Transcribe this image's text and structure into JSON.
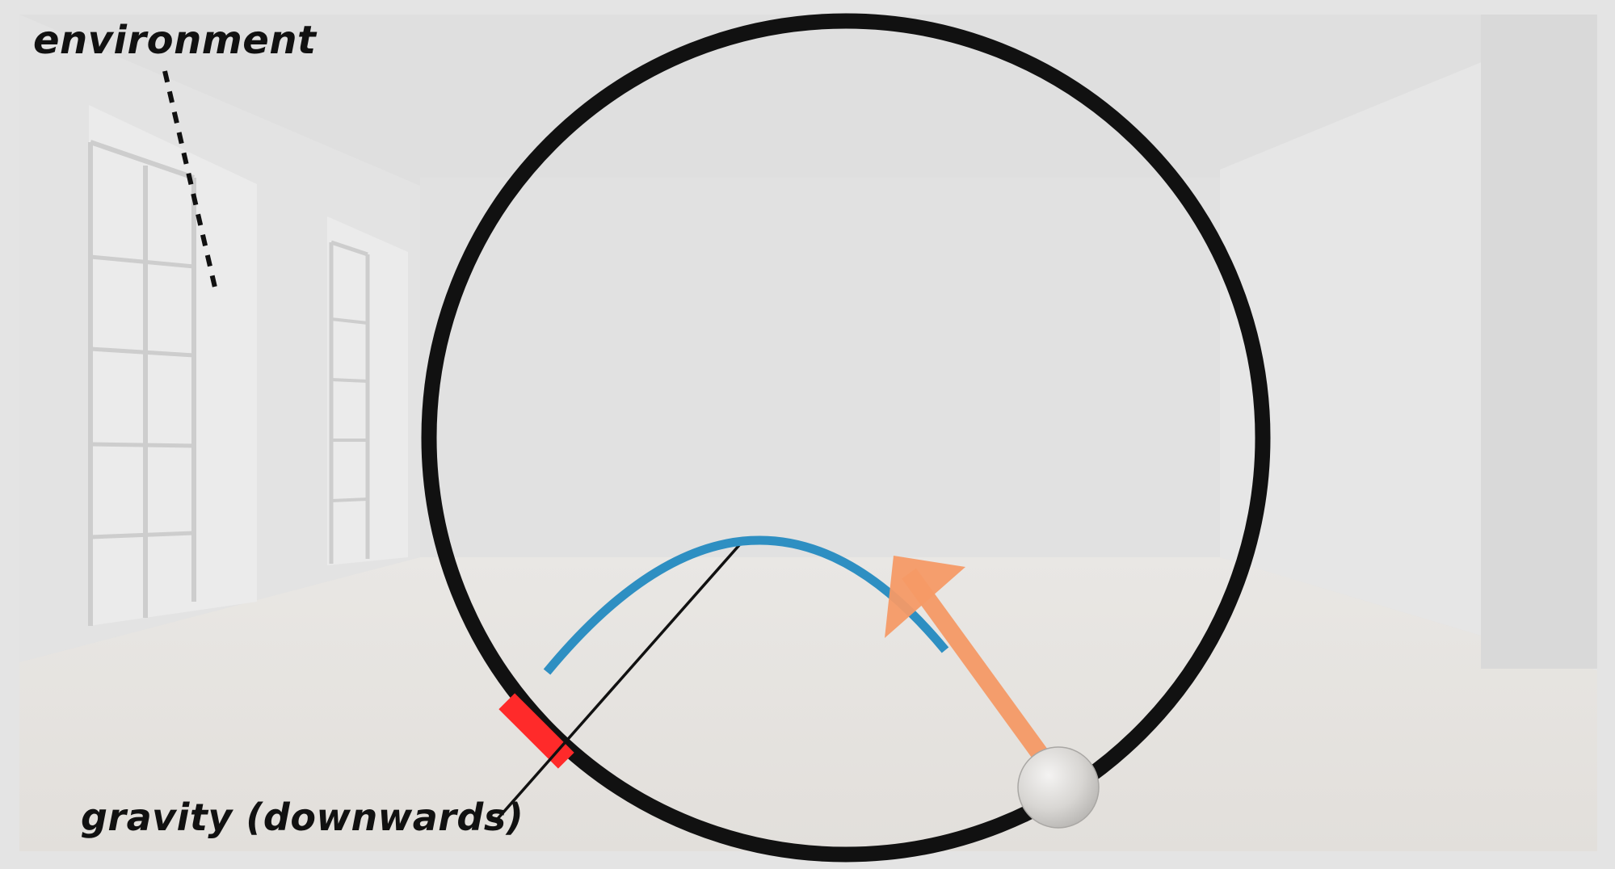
{
  "labels": {
    "environment": "environment",
    "gravity": "gravity (downwards)"
  },
  "colors": {
    "background": "#e4e4e4",
    "room_wall": "#dedede",
    "room_floor": "#e6e4e1",
    "window": "#eaeaea",
    "window_frame": "#cfcfcf",
    "ring": "#111111",
    "trajectory": "#2e8fc2",
    "velocity_arrow": "#f59a66",
    "gravity_bar": "#ff2a2a",
    "ball": "#dcdad7",
    "leader": "#111111"
  },
  "icons": {
    "ball": "sphere",
    "velocity_arrow": "arrow-up-left",
    "trajectory": "parabolic-arc",
    "gravity_marker": "red-bar"
  }
}
